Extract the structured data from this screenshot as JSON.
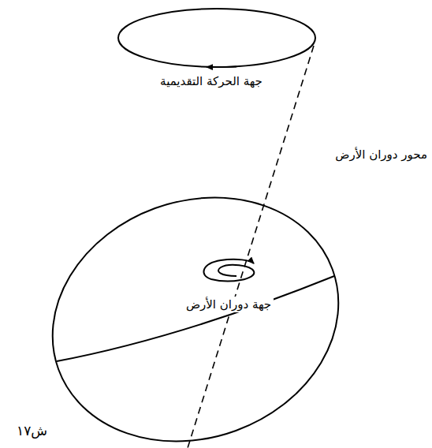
{
  "diagram": {
    "labels": [
      "جهة الحركة التقديمية",
      "محور دوران الأرض",
      "جهة دوران الأرض",
      "ش١٧"
    ]
  }
}
